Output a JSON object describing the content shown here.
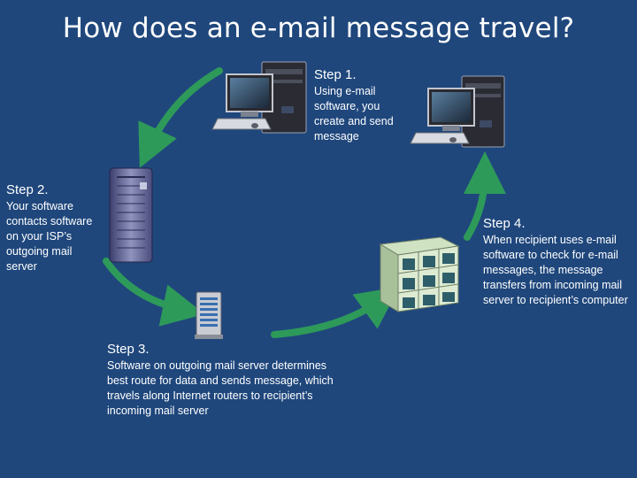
{
  "title": "How does an e-mail message travel?",
  "steps": [
    {
      "heading": "Step 1.",
      "text": "Using e-mail software, you create and send message"
    },
    {
      "heading": "Step 2.",
      "text": "Your software contacts software on your ISP’s outgoing mail server"
    },
    {
      "heading": "Step 3.",
      "text": "Software on outgoing mail server determines best route for data and sends message, which travels along Internet routers to recipient’s incoming mail server"
    },
    {
      "heading": "Step 4.",
      "text": "When recipient uses e-mail software to check for e-mail messages, the message transfers from incoming mail server to recipient’s computer"
    }
  ],
  "colors": {
    "background": "#1f477c",
    "arrow": "#2e9a5a",
    "text": "#ffffff"
  },
  "icons": [
    "sender-computer-icon",
    "recipient-computer-icon",
    "outgoing-mail-server-icon",
    "internet-router-icon",
    "incoming-mail-server-icon"
  ]
}
